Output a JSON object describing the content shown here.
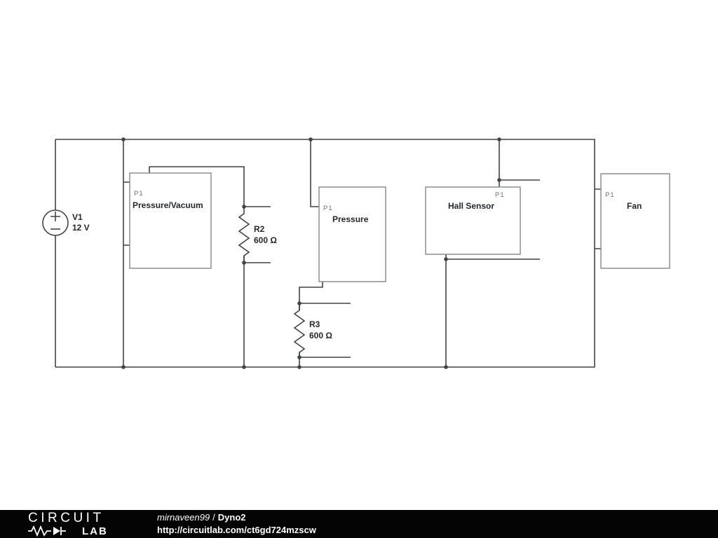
{
  "colors": {
    "wire": "#3f4447",
    "box_stroke": "#82878b",
    "footer_bg": "#040404",
    "footer_text": "#ffffff"
  },
  "schematic": {
    "components": {
      "v1": {
        "name": "V1",
        "value": "12 V"
      },
      "r2": {
        "name": "R2",
        "value": "600 Ω"
      },
      "r3": {
        "name": "R3",
        "value": "600 Ω"
      },
      "pressure_vacuum": {
        "pin": "P1",
        "label": "Pressure/Vacuum"
      },
      "pressure": {
        "pin": "P1",
        "label": "Pressure"
      },
      "hall_sensor": {
        "pin": "P1",
        "label": "Hall Sensor"
      },
      "fan": {
        "pin": "P1",
        "label": "Fan"
      }
    }
  },
  "footer": {
    "logo": {
      "line1": "CIRCUIT",
      "line2": "LAB"
    },
    "author": "mirnaveen99",
    "separator": "/",
    "title": "Dyno2",
    "url": "http://circuitlab.com/ct6gd724mzscw"
  }
}
